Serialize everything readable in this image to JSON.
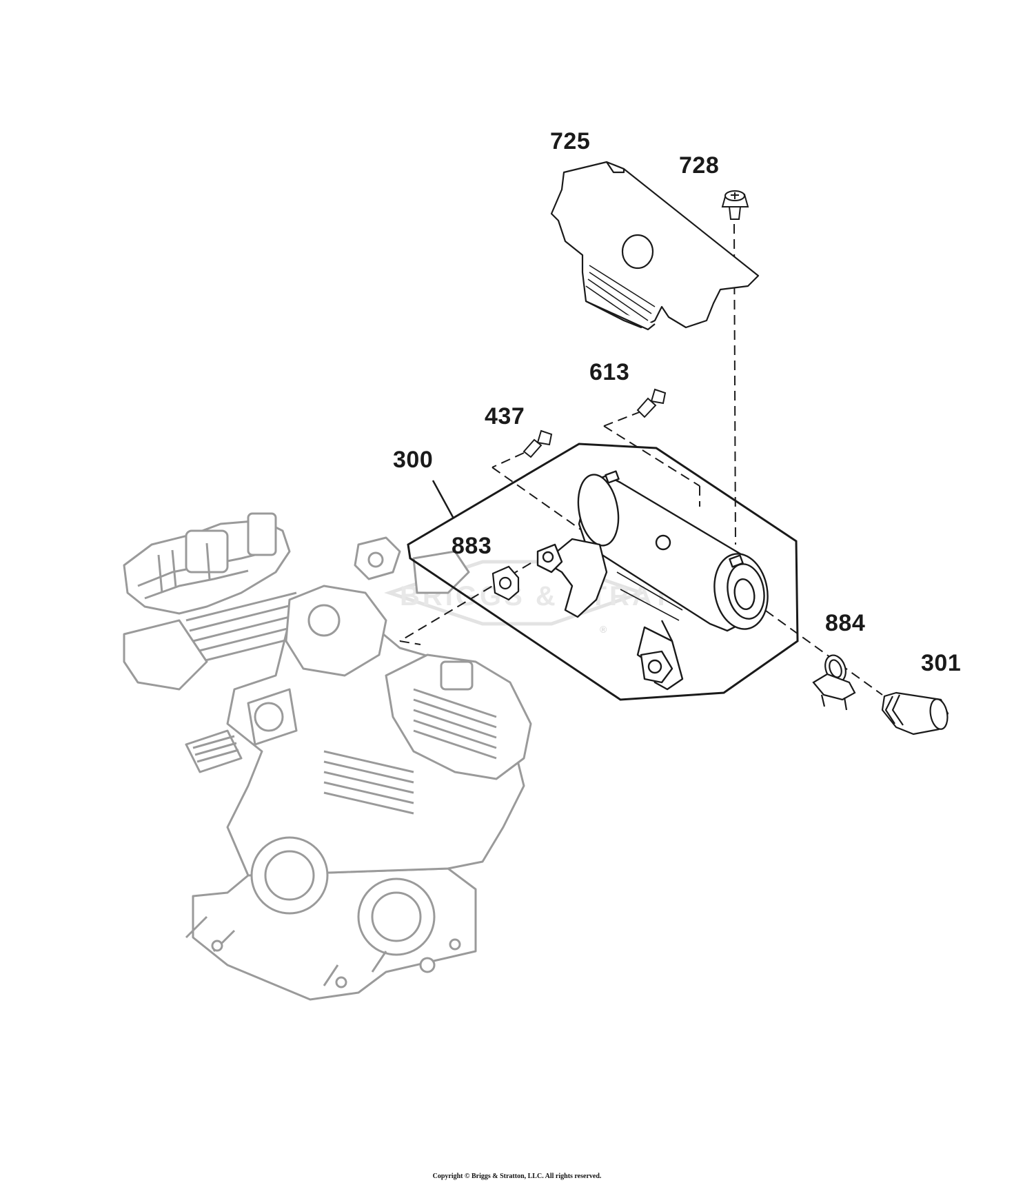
{
  "callouts": {
    "c725": "725",
    "c728": "728",
    "c613": "613",
    "c437": "437",
    "c300": "300",
    "c883": "883",
    "c884": "884",
    "c301": "301"
  },
  "watermark": {
    "brand": "BRIGGS & STRATTON",
    "mark": "®"
  },
  "footer": {
    "copyright": "Copyright © Briggs & Stratton, LLC. All rights reserved."
  },
  "colors": {
    "outline": "#1a1a1a",
    "engine": "#9a9a9a",
    "watermark": "#e6e6e6"
  }
}
